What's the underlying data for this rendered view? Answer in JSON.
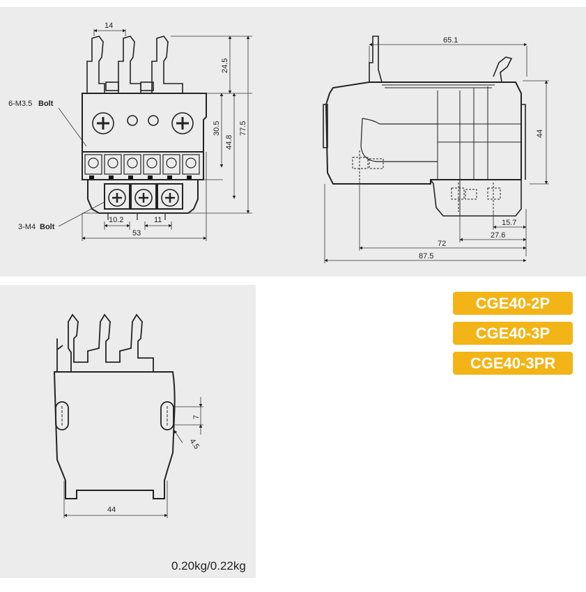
{
  "front_view": {
    "dim_top_width": "14",
    "dim_tab_height": "24.5",
    "dim_upper_height": "30.5",
    "dim_mid_height": "44.8",
    "dim_total_height": "77.5",
    "dim_pitch_1": "10.2",
    "dim_pitch_2": "11",
    "dim_width": "53",
    "label_m35": "6-M3.5",
    "label_m4": "3-M4",
    "label_bolt": "Bolt"
  },
  "side_view": {
    "dim_651": "65.1",
    "dim_44": "44",
    "dim_157": "15.7",
    "dim_276": "27.6",
    "dim_72": "72",
    "dim_875": "87.5"
  },
  "back_view": {
    "dim_7": "7",
    "dim_45": "4.5",
    "dim_44": "44"
  },
  "models": [
    "CGE40-2P",
    "CGE40-3P",
    "CGE40-3PR"
  ],
  "weight": "0.20kg/0.22kg",
  "colors": {
    "badge": "#f2b416",
    "panel": "#ececec",
    "line": "#222222"
  }
}
